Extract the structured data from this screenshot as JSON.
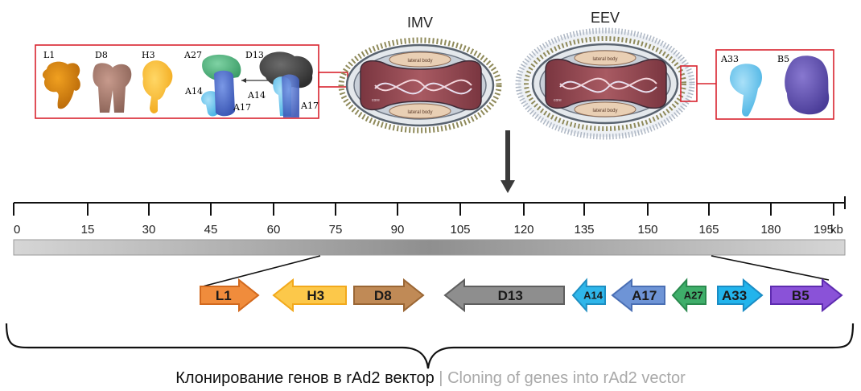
{
  "virions": {
    "imv": {
      "title": "IMV",
      "lateral_top": "lateral body",
      "lateral_bottom": "lateral body",
      "core": "core"
    },
    "eev": {
      "title": "EEV",
      "lateral_top": "lateral body",
      "lateral_bottom": "lateral body",
      "core": "core"
    }
  },
  "proteins_left": {
    "l1": "L1",
    "d8": "D8",
    "h3": "H3",
    "a27": "A27",
    "d13": "D13",
    "a14_a": "A14",
    "a17_a": "A17",
    "a14_b": "A14",
    "a17_b": "A17"
  },
  "proteins_right": {
    "a33": "A33",
    "b5": "B5"
  },
  "scale": {
    "ticks": [
      "0",
      "15",
      "30",
      "45",
      "60",
      "75",
      "90",
      "105",
      "120",
      "135",
      "150",
      "165",
      "180",
      "195"
    ],
    "unit": "kb"
  },
  "genes": [
    {
      "label": "L1",
      "dir": "right",
      "fill": "#f08c3c",
      "stroke": "#d2691e",
      "size": 17
    },
    {
      "label": "H3",
      "dir": "left",
      "fill": "#fcc84a",
      "stroke": "#f2a91c",
      "size": 17
    },
    {
      "label": "D8",
      "dir": "right",
      "fill": "#c08a56",
      "stroke": "#9a6634",
      "size": 17
    },
    {
      "label": "D13",
      "dir": "left",
      "fill": "#8e8e8e",
      "stroke": "#5f5f5f",
      "size": 17
    },
    {
      "label": "A14",
      "dir": "left",
      "fill": "#2fb6ea",
      "stroke": "#1e8fc2",
      "size": 13
    },
    {
      "label": "A17",
      "dir": "left",
      "fill": "#6e94d6",
      "stroke": "#4a6fb4",
      "size": 17
    },
    {
      "label": "A27",
      "dir": "left",
      "fill": "#3fae6a",
      "stroke": "#2a8a4e",
      "size": 13
    },
    {
      "label": "A33",
      "dir": "right",
      "fill": "#22b4ec",
      "stroke": "#1a8cc4",
      "size": 17
    },
    {
      "label": "B5",
      "dir": "right",
      "fill": "#8a52d8",
      "stroke": "#5e2cb0",
      "size": 17
    }
  ],
  "caption": {
    "ru": "Клонирование генов в rAd2 вектор",
    "sep": " | ",
    "en": "Cloning of genes into rAd2 vector"
  },
  "colors": {
    "accent_red": "#d9232e",
    "axis": "#111111",
    "bar_gradient": [
      "#c9c9c9",
      "#8a8a8a",
      "#c9c9c9"
    ]
  }
}
